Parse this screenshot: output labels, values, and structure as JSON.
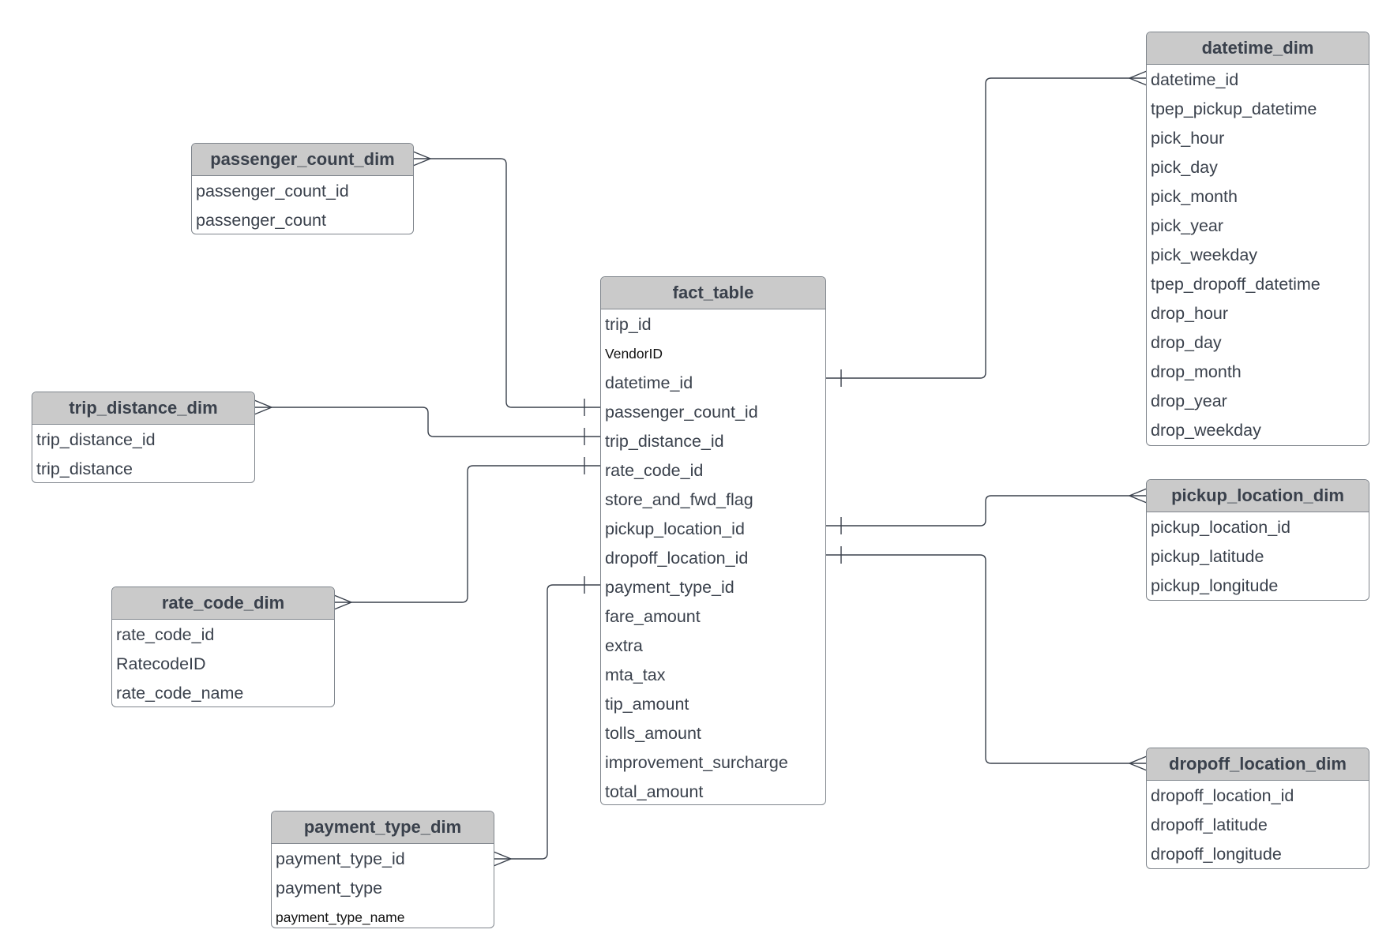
{
  "tables": {
    "fact": {
      "name": "fact_table",
      "fields": [
        "trip_id",
        "VendorID",
        "datetime_id",
        "passenger_count_id",
        "trip_distance_id",
        "rate_code_id",
        "store_and_fwd_flag",
        "pickup_location_id",
        "dropoff_location_id",
        "payment_type_id",
        "fare_amount",
        "extra",
        "mta_tax",
        "tip_amount",
        "tolls_amount",
        "improvement_surcharge",
        "total_amount"
      ]
    },
    "passenger_count": {
      "name": "passenger_count_dim",
      "fields": [
        "passenger_count_id",
        "passenger_count"
      ]
    },
    "trip_distance": {
      "name": "trip_distance_dim",
      "fields": [
        "trip_distance_id",
        "trip_distance"
      ]
    },
    "rate_code": {
      "name": "rate_code_dim",
      "fields": [
        "rate_code_id",
        "RatecodeID",
        "rate_code_name"
      ]
    },
    "payment_type": {
      "name": "payment_type_dim",
      "fields": [
        "payment_type_id",
        "payment_type",
        "payment_type_name"
      ]
    },
    "datetime": {
      "name": "datetime_dim",
      "fields": [
        "datetime_id",
        "tpep_pickup_datetime",
        "pick_hour",
        "pick_day",
        "pick_month",
        "pick_year",
        "pick_weekday",
        "tpep_dropoff_datetime",
        "drop_hour",
        "drop_day",
        "drop_month",
        "drop_year",
        "drop_weekday"
      ]
    },
    "pickup_location": {
      "name": "pickup_location_dim",
      "fields": [
        "pickup_location_id",
        "pickup_latitude",
        "pickup_longitude"
      ]
    },
    "dropoff_location": {
      "name": "dropoff_location_dim",
      "fields": [
        "dropoff_location_id",
        "dropoff_latitude",
        "dropoff_longitude"
      ]
    }
  }
}
